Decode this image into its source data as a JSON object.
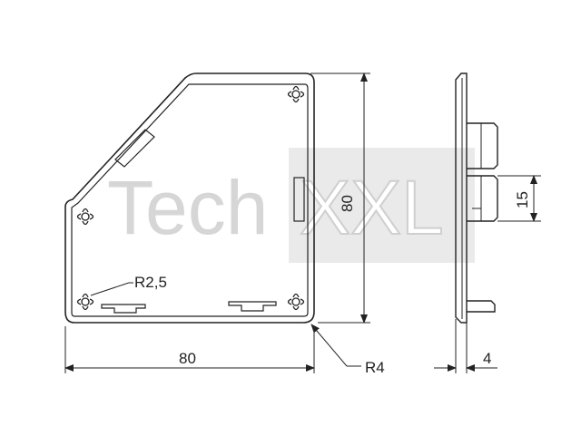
{
  "drawing": {
    "dim_width_front": "80",
    "dim_height_front": "80",
    "dim_radius_hole": "R2,5",
    "dim_radius_corner": "R4",
    "dim_slot_height": "15",
    "dim_side_thickness": "4"
  },
  "watermark": {
    "text_light": "Tech",
    "text_bold": "XXL"
  },
  "colors": {
    "line": "#222222",
    "watermark_fill": "#d9d9d9",
    "watermark_box": "#cfcfcf"
  }
}
